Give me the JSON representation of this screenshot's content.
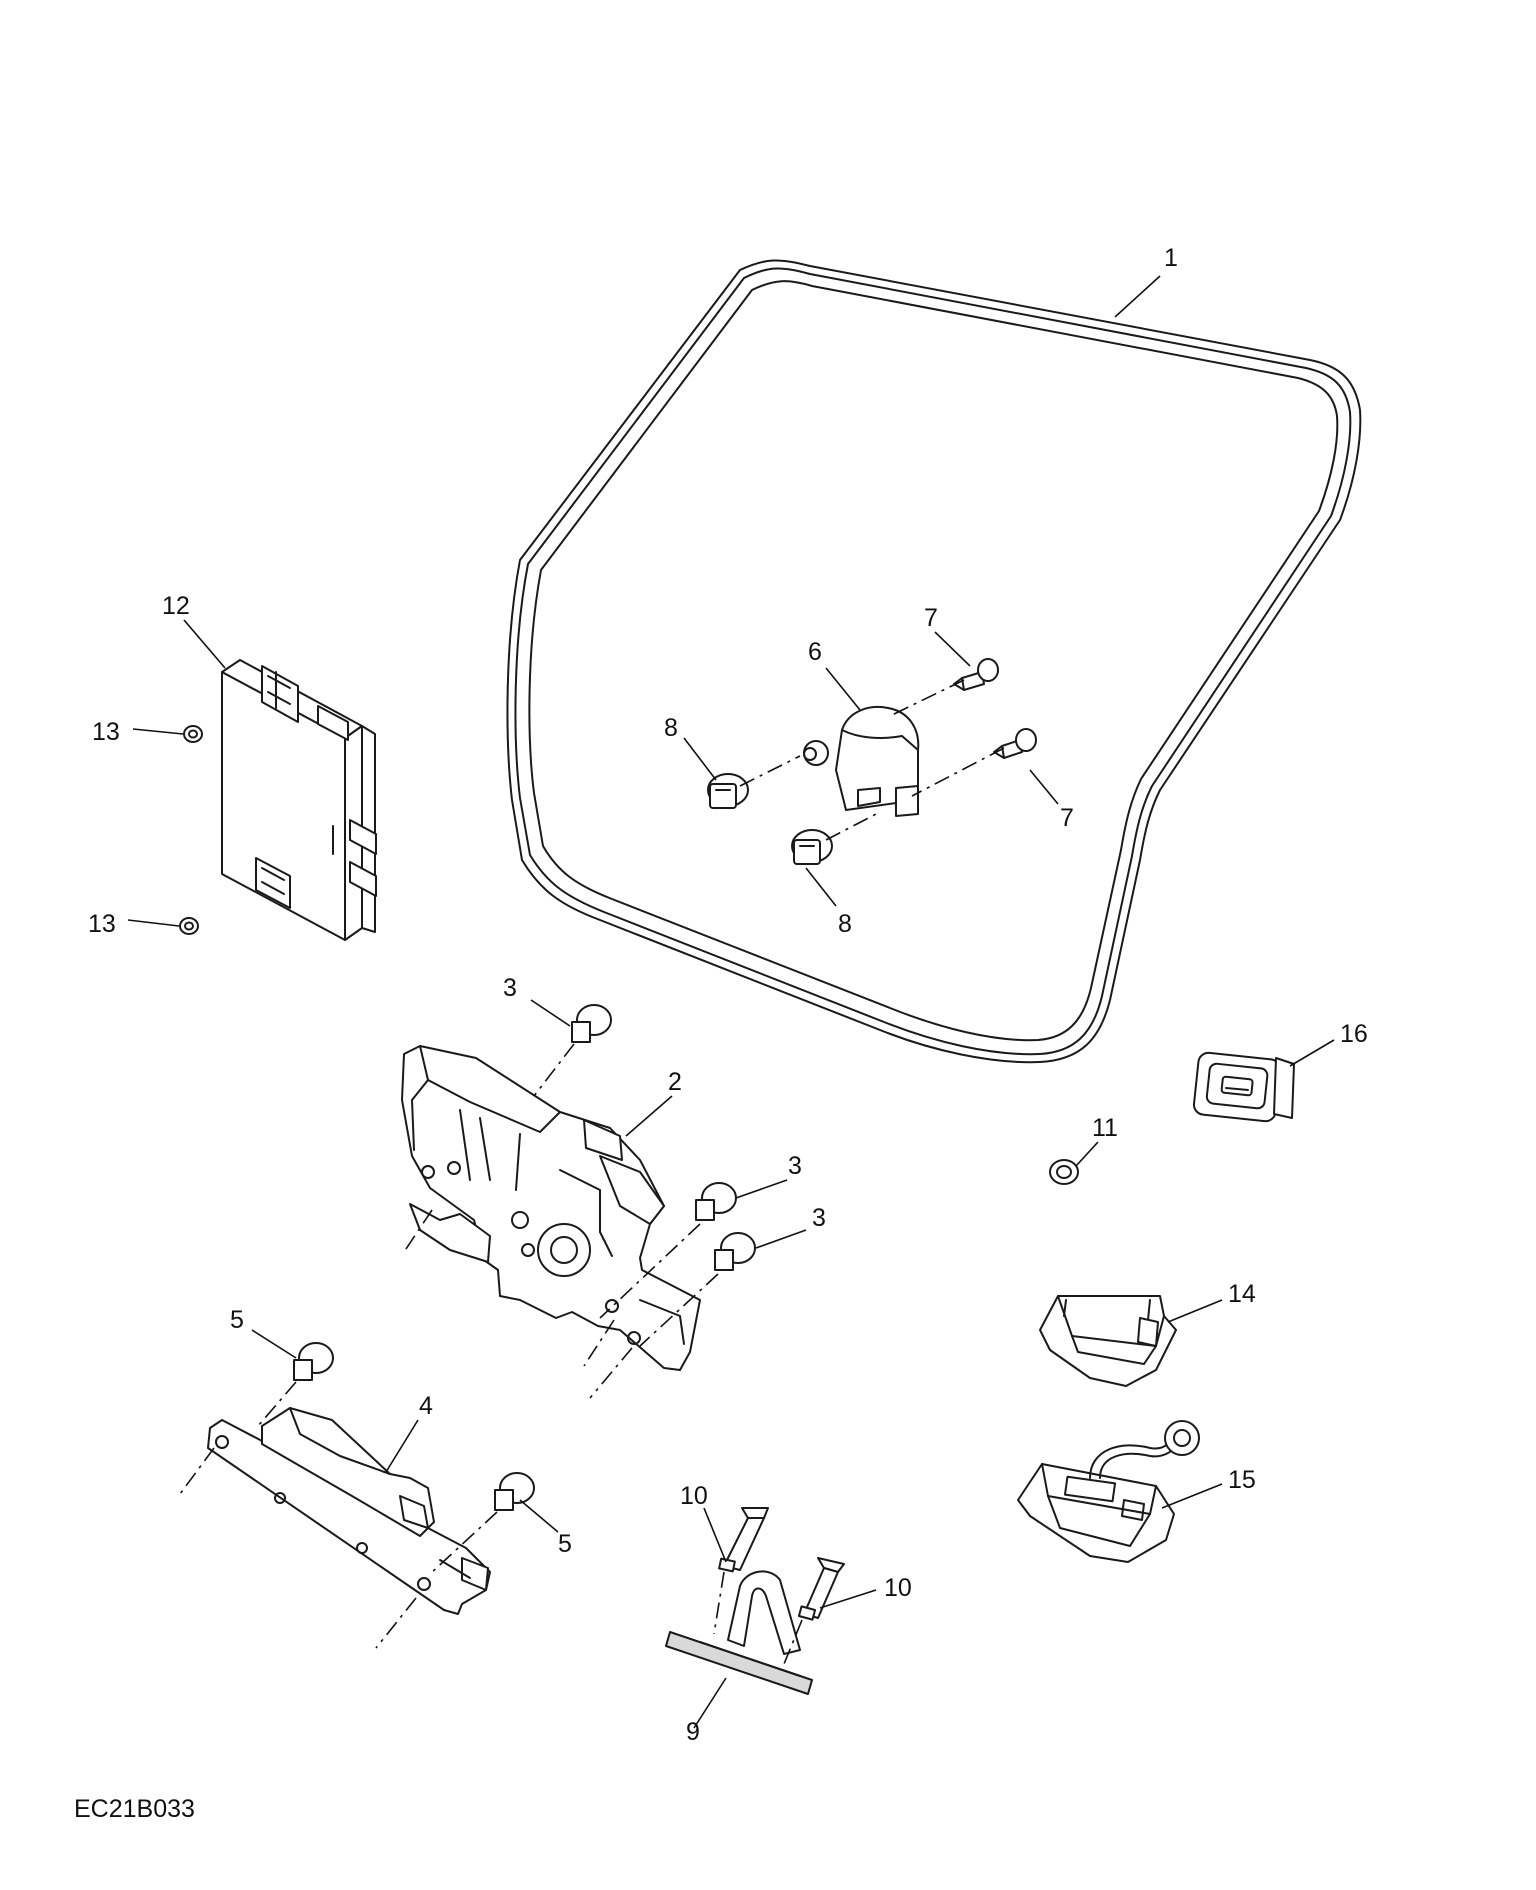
{
  "callouts": [
    "1",
    "2",
    "3",
    "4",
    "5",
    "6",
    "7",
    "8",
    "9",
    "10",
    "11",
    "12",
    "13",
    "14",
    "15",
    "16"
  ],
  "drawing_reference": "EC21B033",
  "colors": {
    "line": "#1a1a1a",
    "background": "#ffffff",
    "shade": "#d9d9d9"
  }
}
